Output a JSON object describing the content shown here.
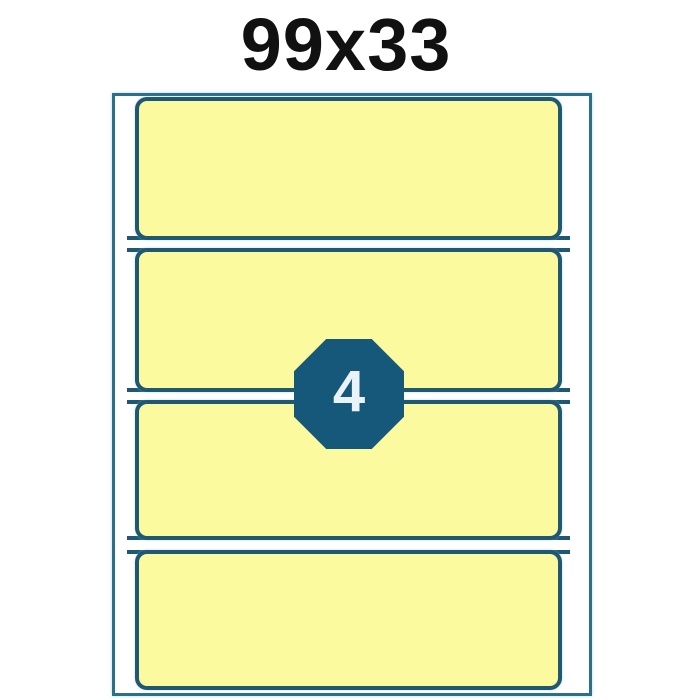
{
  "title": "99x33",
  "badge": {
    "value": "4"
  },
  "sheet": {
    "label_count": 4,
    "rows": 4,
    "columns": 1
  },
  "colors": {
    "background": "#ffffff",
    "title-text": "#111111",
    "page-border": "#2b7089",
    "label-border": "#1f5873",
    "label-fill": "#fbfa9e",
    "badge-fill": "#16587a",
    "badge-text": "#eaf4f8"
  }
}
